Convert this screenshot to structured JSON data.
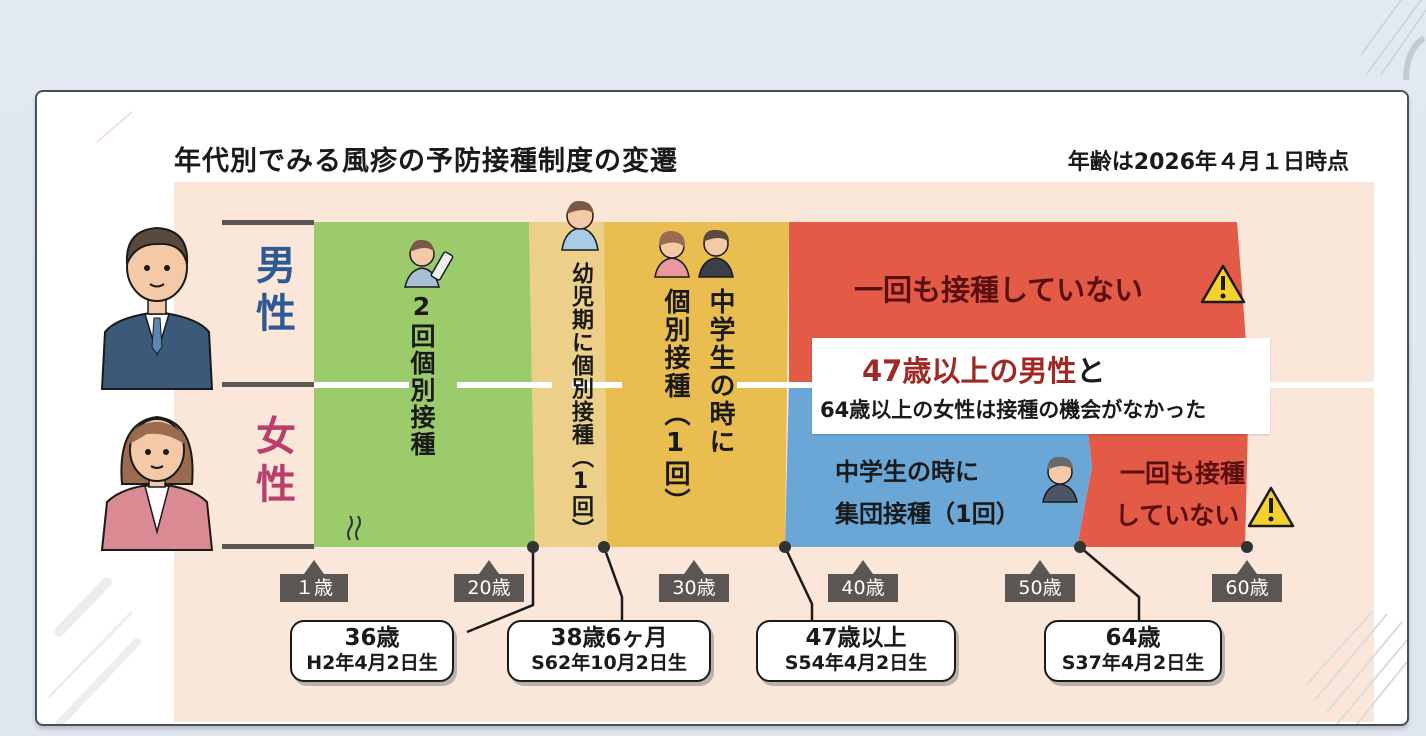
{
  "title": "年代別でみる風疹の予防接種制度の変遷",
  "as_of": "年齢は2026年４月１日時点",
  "rows": {
    "male_label": "男性",
    "female_label": "女性"
  },
  "bands": [
    {
      "id": "green",
      "label": "2回個別接種",
      "color": "#9bcb6b",
      "scope": "男女"
    },
    {
      "id": "pale-yellow",
      "label": "幼児期に個別接種（1回）",
      "color": "#ecd08a",
      "scope": "男女"
    },
    {
      "id": "yellow",
      "label_line1": "中学生の時に",
      "label_line2": "個別接種（1回）",
      "color": "#e9bd4f",
      "scope": "男女"
    },
    {
      "id": "red-male",
      "label": "一回も接種していない",
      "color": "#e35a47",
      "scope": "男性"
    },
    {
      "id": "blue-female",
      "label_line1": "中学生の時に",
      "label_line2": "集団接種（1回）",
      "color": "#6aa6d6",
      "scope": "女性"
    },
    {
      "id": "red-female",
      "label_line1": "一回も接種",
      "label_line2": "していない",
      "color": "#e35a47",
      "scope": "女性"
    }
  ],
  "alert": {
    "line1_highlight": "47歳以上の男性",
    "line1_suffix": "と",
    "line2": "64歳以上の女性は接種の機会がなかった"
  },
  "age_ticks": [
    "１歳",
    "20歳",
    "30歳",
    "40歳",
    "50歳",
    "60歳"
  ],
  "callouts": [
    {
      "age": "36歳",
      "birth": "H2年4月2日生"
    },
    {
      "age": "38歳6ヶ月",
      "birth": "S62年10月2日生"
    },
    {
      "age": "47歳以上",
      "birth": "S54年4月2日生"
    },
    {
      "age": "64歳",
      "birth": "S37年4月2日生"
    }
  ],
  "colors": {
    "panel_bg": "#fbe6da",
    "male_text": "#2d5a93",
    "female_text": "#b83f6c",
    "warning": "#f5d130",
    "tick_bg": "#5b5654"
  }
}
